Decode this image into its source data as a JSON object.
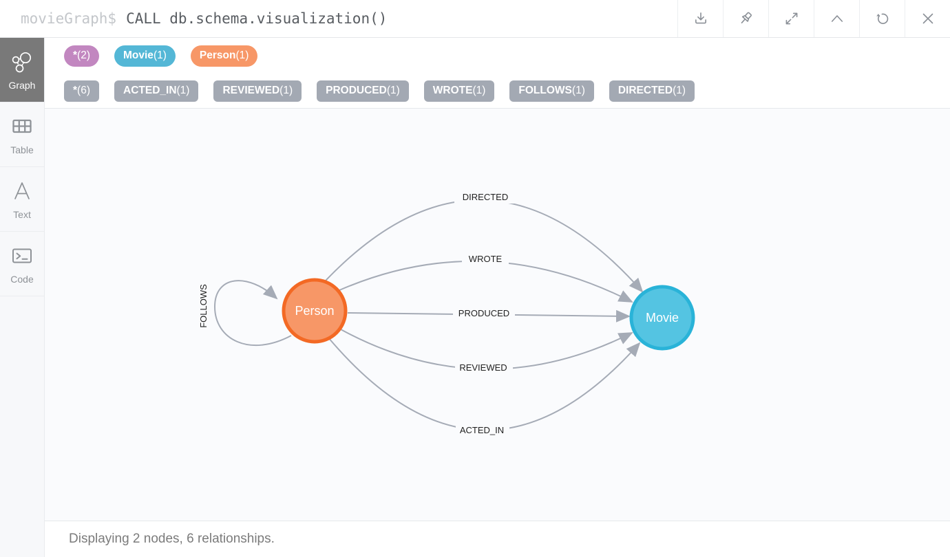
{
  "header": {
    "prompt": "movieGraph$",
    "command": "CALL db.schema.visualization()",
    "action_icons": [
      "download-icon",
      "pin-icon",
      "fullscreen-icon",
      "collapse-icon",
      "rerun-icon",
      "close-icon"
    ]
  },
  "sidebar": {
    "tabs": [
      {
        "label": "Graph"
      },
      {
        "label": "Table"
      },
      {
        "label": "Text"
      },
      {
        "label": "Code"
      }
    ],
    "selected_tab": "Graph"
  },
  "filters": {
    "node_labels": [
      {
        "name": "*",
        "count": "(2)",
        "color": "#c287c0"
      },
      {
        "name": "Movie",
        "count": "(1)",
        "color": "#54b7d6"
      },
      {
        "name": "Person",
        "count": "(1)",
        "color": "#f79767"
      }
    ],
    "rel_types": [
      {
        "name": "*",
        "count": "(6)",
        "color": "#a3a9b3"
      },
      {
        "name": "ACTED_IN",
        "count": "(1)",
        "color": "#a3a9b3"
      },
      {
        "name": "REVIEWED",
        "count": "(1)",
        "color": "#a3a9b3"
      },
      {
        "name": "PRODUCED",
        "count": "(1)",
        "color": "#a3a9b3"
      },
      {
        "name": "WROTE",
        "count": "(1)",
        "color": "#a3a9b3"
      },
      {
        "name": "FOLLOWS",
        "count": "(1)",
        "color": "#a3a9b3"
      },
      {
        "name": "DIRECTED",
        "count": "(1)",
        "color": "#a3a9b3"
      }
    ]
  },
  "graph": {
    "nodes": [
      {
        "caption": "Person",
        "fill": "#f79767",
        "stroke": "#f36924"
      },
      {
        "caption": "Movie",
        "fill": "#54c4e2",
        "stroke": "#29b3d8"
      }
    ],
    "relationships": [
      {
        "type": "DIRECTED",
        "from": "Person",
        "to": "Movie"
      },
      {
        "type": "WROTE",
        "from": "Person",
        "to": "Movie"
      },
      {
        "type": "PRODUCED",
        "from": "Person",
        "to": "Movie"
      },
      {
        "type": "REVIEWED",
        "from": "Person",
        "to": "Movie"
      },
      {
        "type": "ACTED_IN",
        "from": "Person",
        "to": "Movie"
      },
      {
        "type": "FOLLOWS",
        "from": "Person",
        "to": "Person"
      }
    ],
    "edge_color": "#a5abb6"
  },
  "footer": {
    "status": "Displaying 2 nodes, 6 relationships."
  }
}
